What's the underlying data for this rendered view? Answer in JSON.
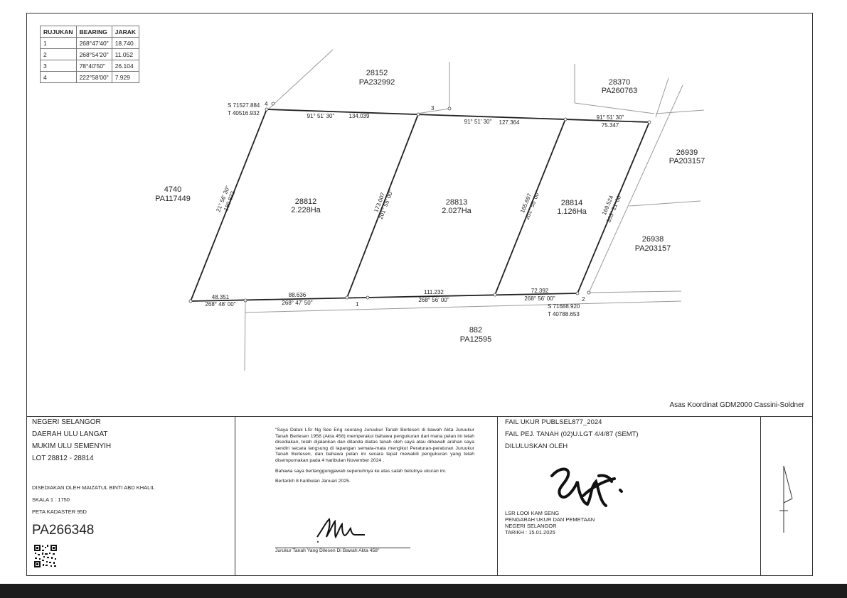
{
  "ref_table": {
    "headers": [
      "RUJUKAN",
      "BEARING",
      "JARAK"
    ],
    "rows": [
      [
        "1",
        "268°47'40\"",
        "18.740"
      ],
      [
        "2",
        "268°54'20\"",
        "11.052"
      ],
      [
        "3",
        "78°40'50\"",
        "26.104"
      ],
      [
        "4",
        "222°58'00\"",
        "7.929"
      ]
    ]
  },
  "lots": [
    {
      "number": "28812",
      "area": "2.228Ha"
    },
    {
      "number": "28813",
      "area": "2.027Ha"
    },
    {
      "number": "28814",
      "area": "1.126Ha"
    }
  ],
  "neighbours": {
    "north": {
      "lot": "28152",
      "ref": "PA232992"
    },
    "north_east": {
      "lot": "28370",
      "ref": "PA260763"
    },
    "east_upper": {
      "lot": "26939",
      "ref": "PA203157"
    },
    "east_lower": {
      "lot": "26938",
      "ref": "PA203157"
    },
    "west": {
      "lot": "4740",
      "ref": "PA117449"
    },
    "south": {
      "lot": "882",
      "ref": "PA12595"
    }
  },
  "coords": {
    "nw": {
      "s": "S 71527.884",
      "t": "T 40516.932"
    },
    "se": {
      "s": "S 71688.920",
      "t": "T 40788.653"
    }
  },
  "markers": [
    "1",
    "2",
    "3",
    "4"
  ],
  "lines": {
    "top1": {
      "bearing": "91° 51' 30\"",
      "dist": "134.039"
    },
    "top2": {
      "bearing": "91° 51' 30\"",
      "dist": "127.364"
    },
    "top3": {
      "bearing": "91°  51'  30\"",
      "dist": "75.347"
    },
    "west": {
      "bearing": "21°  56'  30\"",
      "dist": "180.822"
    },
    "div1": {
      "bearing": "201°  55'  00\"",
      "dist": "173.007"
    },
    "div2": {
      "bearing": "201°  55'  00\"",
      "dist": "165.697"
    },
    "east": {
      "bearing": "203°  21'  00\"",
      "dist": "169.524"
    },
    "bot1": {
      "bearing": "268° 48' 00\"",
      "dist": "48.351"
    },
    "bot2": {
      "bearing": "268°  47'  50\"",
      "dist": "88.636"
    },
    "bot3": {
      "bearing": "268°  56'  00\"",
      "dist": "111.232"
    },
    "bot4": {
      "bearing": "268°  56'  00\"",
      "dist": "72.392"
    }
  },
  "coord_note": "Asas Koordinat GDM2000 Cassini-Soldner",
  "title_block": {
    "state": "NEGERI SELANGOR",
    "district": "DAERAH ULU LANGAT",
    "mukim": "MUKIM ULU SEMENYIH",
    "lots": "LOT 28812 - 28814",
    "prepared_by": "DISEDIAKAN OLEH MAIZATUL BINTI ABD KHALIL",
    "scale": "SKALA 1 : 1750",
    "cadastral_map": "PETA KADASTER 95D",
    "pa_number": "PA266348"
  },
  "certificate": {
    "paragraph1": "\"Saya        Datuk LSr Ng See Eng              seorang Juruukur Tanah Berlesen di bawah Akta Juruukur Tanah Berlesen 1958 (Akta 458) memperakui bahawa pengukuran dari mana pelan ini telah disediakan, telah dijalankan dan ditanda diatas tanah oleh saya atau dibawah arahan saya sendiri secara langsung di lapangan semata-mata mengikut Peraturan-peraturan Juruukur Tanah Berlesen, dan bahawa pelan ini secara tepat mewakili pengukuran yang telah disempurnakan pada 4 haribulan November 2024 .",
    "paragraph2": "Bahawa saya bertanggungjawab sepenuhnya ke atas salah betulnya ukuran ini.",
    "date_line": "Bertarikh   8  haribulan    Januari   2025.",
    "signature_label": "Jurukur Tanah Yang Dilesen Di Bawah Akta 458\""
  },
  "approval": {
    "file_no": "FAIL UKUR PUBLSEL877_2024",
    "land_file": "FAIL PEJ. TANAH (02)U.LGT 4/4/87 (SEMT)",
    "approved_by": "DILULUSKAN OLEH",
    "officer": "LSR LOOI KAM SENG",
    "position": "PENGARAH UKUR DAN PEMETAAN",
    "state": "NEGERI SELANGOR",
    "date": "TARIKH : 15.01.2025"
  },
  "colors": {
    "line": "#222222",
    "frame": "#333333",
    "table_border": "#2a3a66",
    "bottom_bar": "#1c1c1c"
  }
}
